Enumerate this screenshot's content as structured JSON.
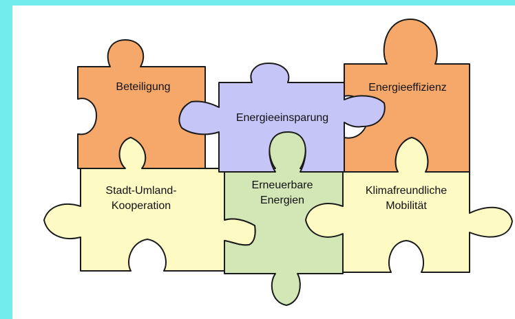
{
  "colors": {
    "background": "#73ecee",
    "panel": "#ffffff",
    "orange": "#f6a86b",
    "lavender": "#c6c5f8",
    "cream": "#fdfbc3",
    "green": "#d3e6b5",
    "outline": "#1a1a1a"
  },
  "pieces": {
    "beteiligung": {
      "label": "Beteiligung"
    },
    "energieeffizienz": {
      "label": "Energieeffizienz"
    },
    "energieeinsparung": {
      "label": "Energieeinsparung"
    },
    "stadt_umland": {
      "line1": "Stadt-Umland-",
      "line2": "Kooperation"
    },
    "erneuerbare": {
      "line1": "Erneuerbare",
      "line2": "Energien"
    },
    "klimafreundliche": {
      "line1": "Klimafreundliche",
      "line2": "Mobilität"
    }
  }
}
